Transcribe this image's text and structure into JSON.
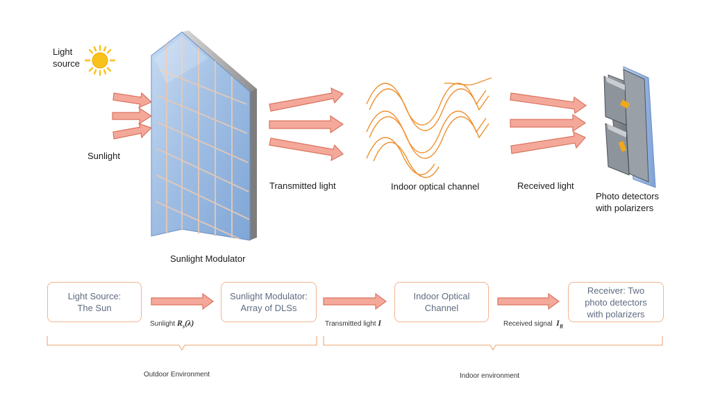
{
  "labels": {
    "light_source": "Light\nsource",
    "sunlight": "Sunlight",
    "transmitted_light": "Transmitted light",
    "indoor_optical_channel": "Indoor optical channel",
    "received_light": "Received light",
    "photo_detectors": "Photo detectors\nwith polarizers",
    "sunlight_modulator": "Sunlight Modulator"
  },
  "blocks": {
    "light_source": "Light Source:\nThe Sun",
    "modulator": "Sunlight Modulator:\nArray of DLSs",
    "channel": "Indoor Optical\nChannel",
    "receiver": "Receiver: Two\nphoto detectors\nwith polarizers"
  },
  "signals": {
    "sunlight_prefix": "Sunlight",
    "sunlight_symbol": "R",
    "sunlight_sub": "s",
    "sunlight_arg": "(λ)",
    "transmitted_prefix": "Transmitted light",
    "transmitted_symbol": "I",
    "received_prefix": "Received signal",
    "received_symbol": "I",
    "received_sub": "R"
  },
  "environments": {
    "outdoor": "Outdoor Environment",
    "indoor": "Indoor environment"
  },
  "colors": {
    "arrow_fill": "#f4a89a",
    "arrow_stroke": "#d9735f",
    "wave": "#f0902e",
    "panel": "#a9c4e6",
    "grid": "#e8c9b5",
    "sun": "#f7c21b",
    "box_border": "#f2b38e",
    "box_text": "#5f6b80"
  }
}
